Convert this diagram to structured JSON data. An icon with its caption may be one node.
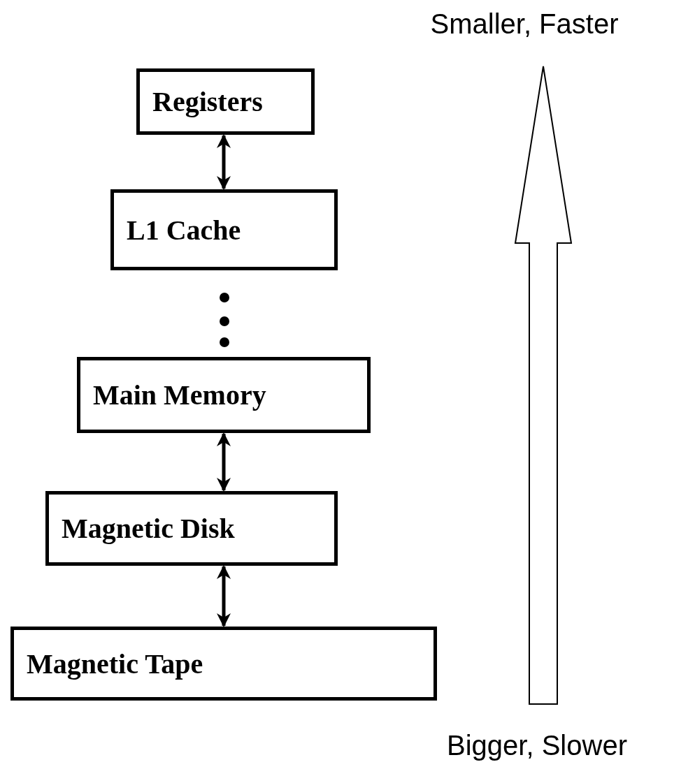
{
  "diagram": {
    "nodes": [
      {
        "text": [
          "Registers"
        ]
      },
      {
        "text": [
          "L1 Cache"
        ]
      },
      {
        "text": [
          "Main Memory"
        ]
      },
      {
        "text": [
          "Magnetic Disk"
        ]
      },
      {
        "text": [
          "Magnetic Tape"
        ]
      }
    ],
    "edges": [
      {
        "from": 0,
        "to": 1,
        "arrow": "both"
      },
      {
        "from": 2,
        "to": 3,
        "arrow": "both"
      },
      {
        "from": 3,
        "to": 4,
        "arrow": "both"
      }
    ],
    "labels": [
      "Smaller, Faster",
      "Bigger, Slower"
    ]
  }
}
